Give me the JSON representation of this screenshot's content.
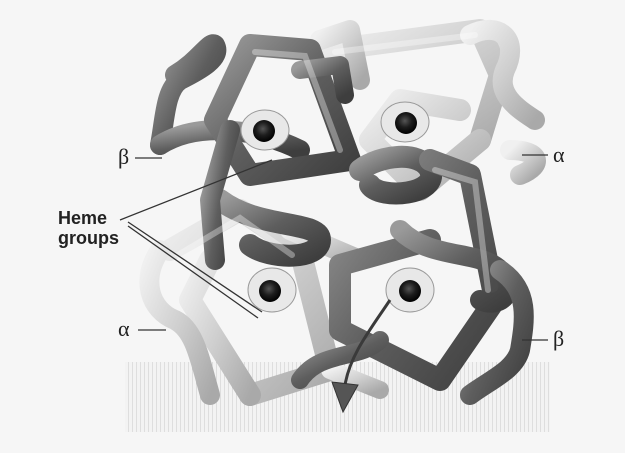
{
  "labels": {
    "beta_top_left": "β",
    "alpha_top_right": "α",
    "alpha_bottom_left": "α",
    "beta_bottom_right": "β",
    "heme_line1": "Heme",
    "heme_line2": "groups"
  },
  "colors": {
    "background": "#f6f6f6",
    "dark_chain": "#6e6e6e",
    "light_chain": "#d2d2d2",
    "heme_dark": "#1f1f1f",
    "heme_light": "#e8e8e8",
    "label": "#222222",
    "leader_line": "#333333"
  },
  "icons": {
    "arrow": "down-arrow-icon",
    "heme": "heme-disk-icon"
  }
}
